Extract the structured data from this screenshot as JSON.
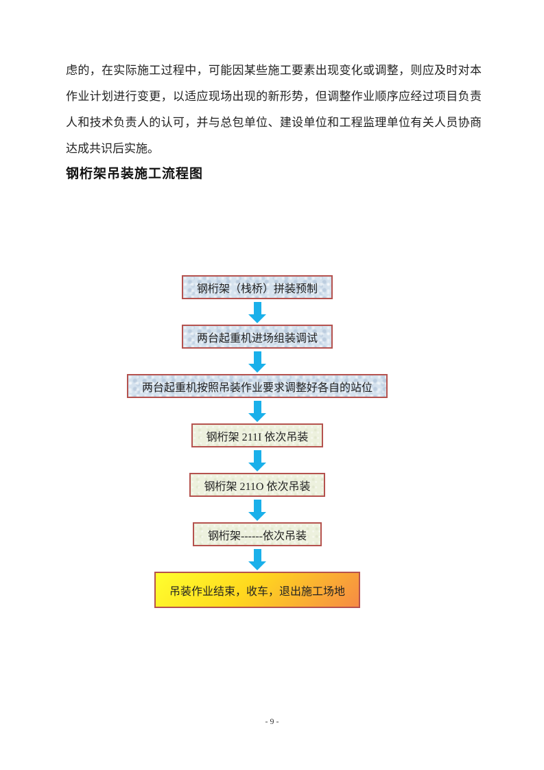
{
  "document": {
    "paragraph": "虑的，在实际施工过程中，可能因某些施工要素出现变化或调整，则应及时对本作业计划进行变更，以适应现场出现的新形势，但调整作业顺序应经过项目负责人和技术负责人的认可，并与总包单位、建设单位和工程监理单位有关人员协商达成共识后实施。",
    "heading": "钢桁架吊装施工流程图",
    "footer": {
      "page_number": "- 9 -"
    }
  },
  "flowchart": {
    "steps": [
      {
        "label": "钢桁架（栈桥）拼装预制",
        "style": "blue"
      },
      {
        "label": "两台起重机进场组装调试",
        "style": "blue"
      },
      {
        "label": "两台起重机按照吊装作业要求调整好各自的站位",
        "style": "blue"
      },
      {
        "label": "钢桁架 211I 依次吊装",
        "style": "green"
      },
      {
        "label": "钢桁架 211O 依次吊装",
        "style": "green"
      },
      {
        "label": "钢桁架------依次吊装",
        "style": "green"
      },
      {
        "label": "吊装作业结束，收车，退出施工场地",
        "style": "end"
      }
    ],
    "connector_icon": "down-arrow",
    "colors": {
      "arrow": "#1ab0ea",
      "blue_box_bg": "#d5e2ee",
      "green_box_bg": "#edf1de",
      "box_border": "#b5524e",
      "end_gradient_start": "#ffff2e",
      "end_gradient_end": "#f68b44"
    }
  }
}
